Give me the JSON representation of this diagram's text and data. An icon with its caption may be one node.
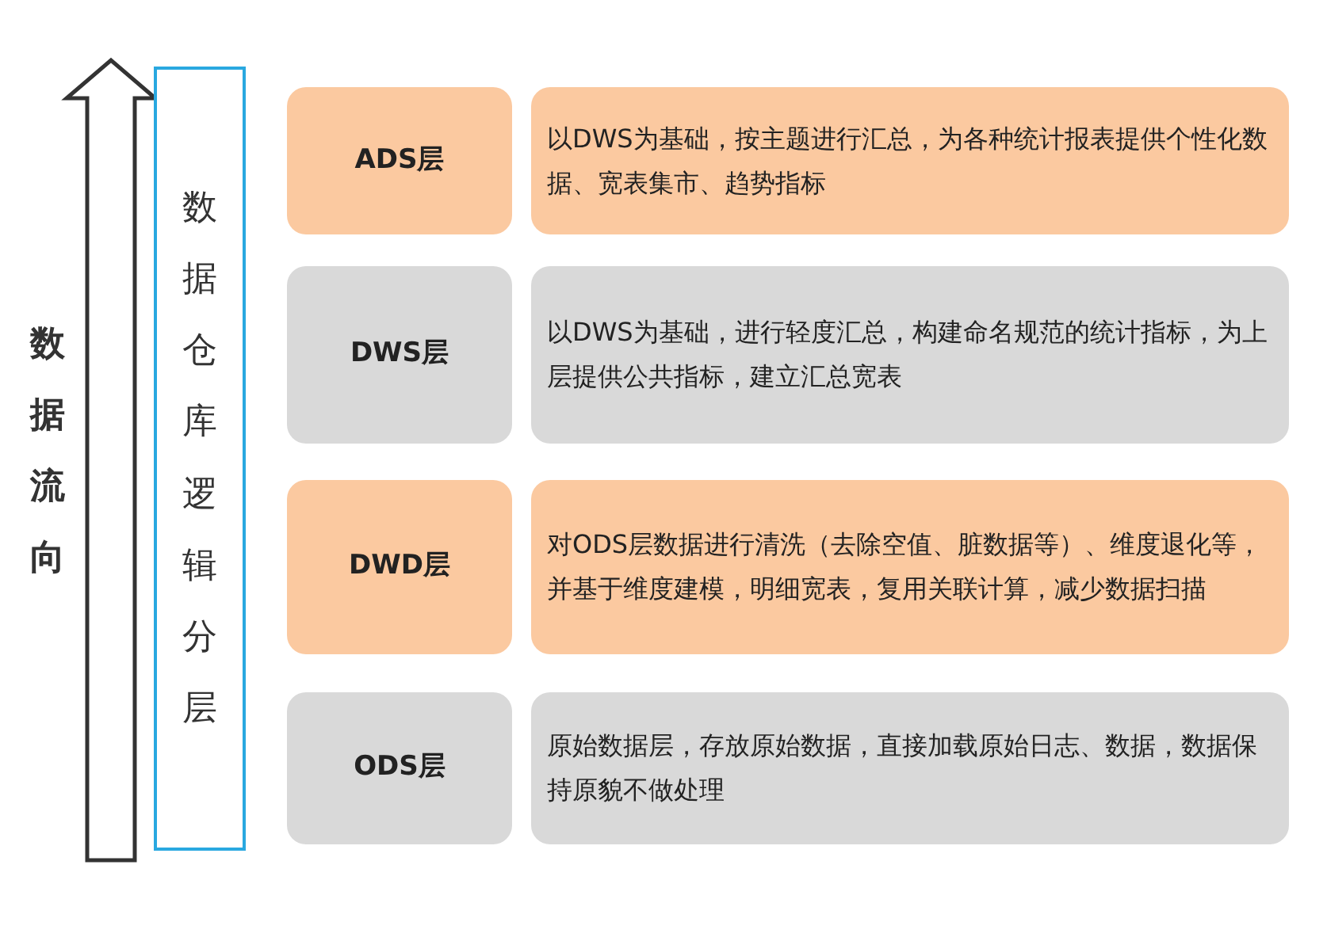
{
  "diagram": {
    "nodes": [
      {
        "text": [
          "数据仓库逻辑分层"
        ]
      },
      {
        "text": [
          "ADS层"
        ]
      },
      {
        "text": [
          "以DWS为基础，按主题进行汇总，为各种统计报表提供个性化数据、宽表集市、趋势指标"
        ]
      },
      {
        "text": [
          "DWS层"
        ]
      },
      {
        "text": [
          "以DWS为基础，进行轻度汇总，构建命名规范的统计指标，为上层提供公共指标，建立汇总宽表"
        ]
      },
      {
        "text": [
          "DWD层"
        ]
      },
      {
        "text": [
          "对ODS层数据进行清洗（去除空值、脏数据等）、维度退化等，并基于维度建模，明细宽表，复用关联计算，减少数据扫描"
        ]
      },
      {
        "text": [
          "ODS层"
        ]
      },
      {
        "text": [
          "原始数据层，存放原始数据，直接加载原始日志、数据，数据保持原貌不做处理"
        ]
      }
    ],
    "edges": [],
    "labels": [
      "数据流向"
    ]
  }
}
